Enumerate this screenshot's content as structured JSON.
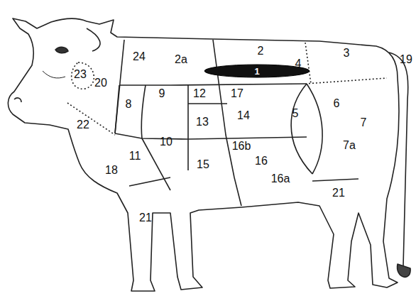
{
  "diagram": {
    "nodes": [
      {
        "text": [
          "1"
        ]
      }
    ],
    "labels": [
      "24",
      "2a",
      "2",
      "3",
      "19",
      "23",
      "20",
      "9",
      "12",
      "17",
      "4",
      "8",
      "6",
      "14",
      "13",
      "5",
      "7",
      "22",
      "10",
      "7a",
      "16b",
      "15",
      "11",
      "16",
      "18",
      "16a",
      "21",
      "21"
    ]
  }
}
